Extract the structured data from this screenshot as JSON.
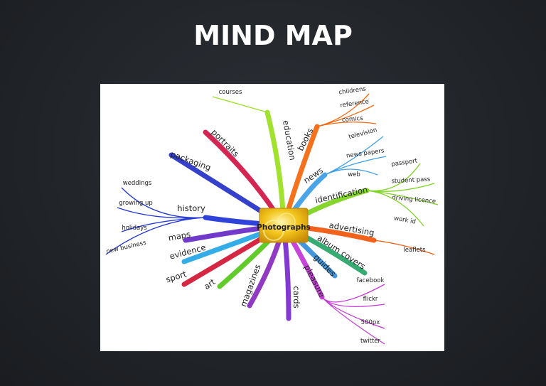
{
  "title": "MIND MAP",
  "center": {
    "label": "Photographs",
    "color": "#f2c41a"
  },
  "branches": [
    {
      "label": "education",
      "color": "#9be023",
      "children": [
        "courses"
      ]
    },
    {
      "label": "books",
      "color": "#f36a12",
      "children": [
        "childrens",
        "reference",
        "comics"
      ]
    },
    {
      "label": "news",
      "color": "#3fa0e6",
      "children": [
        "television",
        "news papers",
        "web"
      ]
    },
    {
      "label": "identification",
      "color": "#7ed321",
      "children": [
        "passport",
        "student pass",
        "driving licence",
        "work id"
      ]
    },
    {
      "label": "advertising",
      "color": "#f05a10",
      "children": [
        "leaflets"
      ]
    },
    {
      "label": "album covers",
      "color": "#2ca66a",
      "children": []
    },
    {
      "label": "guides",
      "color": "#3a8fd8",
      "children": []
    },
    {
      "label": "pleasure",
      "color": "#c43ad6",
      "children": [
        "facebook",
        "flickr",
        "500px",
        "twitter"
      ]
    },
    {
      "label": "cards",
      "color": "#7b2fd0",
      "children": []
    },
    {
      "label": "magazines",
      "color": "#8a2fbf",
      "children": []
    },
    {
      "label": "art",
      "color": "#5ac820",
      "children": []
    },
    {
      "label": "sport",
      "color": "#d31a3a",
      "children": []
    },
    {
      "label": "evidence",
      "color": "#28a8e6",
      "children": []
    },
    {
      "label": "maps",
      "color": "#6a2fc8",
      "children": []
    },
    {
      "label": "history",
      "color": "#2438d8",
      "children": [
        "weddings",
        "growing up",
        "holidays",
        "new business"
      ]
    },
    {
      "label": "packaging",
      "color": "#2a36c8",
      "children": []
    },
    {
      "label": "portraits",
      "color": "#d21a4a",
      "children": []
    }
  ]
}
